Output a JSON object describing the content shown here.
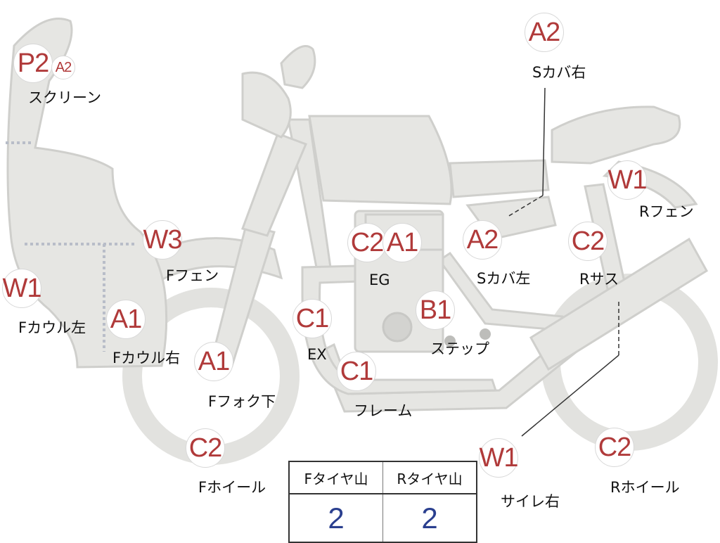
{
  "parts": [
    {
      "id": "screen",
      "code": "P2",
      "label": "スクリーン"
    },
    {
      "id": "screen2",
      "code": "A2"
    },
    {
      "id": "f-cowl-left",
      "code": "W1",
      "label": "Fカウル左"
    },
    {
      "id": "f-cowl-right",
      "code": "A1",
      "label": "Fカウル右"
    },
    {
      "id": "f-fender",
      "code": "W3",
      "label": "Fフェン"
    },
    {
      "id": "f-fork",
      "code": "A1",
      "label": "Fフォク下"
    },
    {
      "id": "f-wheel",
      "code": "C2",
      "label": "Fホイール"
    },
    {
      "id": "ex",
      "code": "C1",
      "label": "EX"
    },
    {
      "id": "eg-c2",
      "code": "C2",
      "label": "EG"
    },
    {
      "id": "eg-a1",
      "code": "A1"
    },
    {
      "id": "step",
      "code": "B1",
      "label": "ステップ"
    },
    {
      "id": "frame",
      "code": "C1",
      "label": "フレーム"
    },
    {
      "id": "s-cover-right",
      "code": "A2",
      "label": "Sカバ右"
    },
    {
      "id": "s-cover-left",
      "code": "A2",
      "label": "Sカバ左"
    },
    {
      "id": "r-fender",
      "code": "W1",
      "label": "Rフェン"
    },
    {
      "id": "r-sus",
      "code": "C2",
      "label": "Rサス"
    },
    {
      "id": "muffler-right",
      "code": "W1",
      "label": "サイレ右"
    },
    {
      "id": "r-wheel",
      "code": "C2",
      "label": "Rホイール"
    }
  ],
  "tire_table": {
    "headers": [
      "Fタイヤ山",
      "Rタイヤ山"
    ],
    "values": [
      "2",
      "2"
    ]
  },
  "colors": {
    "body": "#e6e6e3",
    "outline": "#cfcfcc",
    "code": "#b03a3a",
    "value": "#2a3f8f"
  }
}
